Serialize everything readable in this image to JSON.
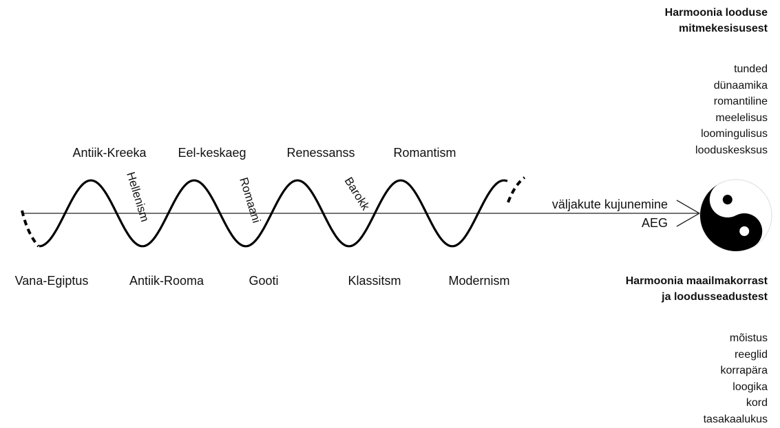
{
  "upper_eras": [
    "Antiik-Kreeka",
    "Eel-keskaeg",
    "Renessanss",
    "Romantism"
  ],
  "lower_eras": [
    "Vana-Egiptus",
    "Antiik-Rooma",
    "Gooti",
    "Klassitsm",
    "Modernism"
  ],
  "transitions": [
    "Hellenism",
    "Romaani",
    "Barokk"
  ],
  "axis_labels": {
    "top": "väljakute kujunemine",
    "bottom": "AEG"
  },
  "top_panel": {
    "heading_line1": "Harmoonia looduse",
    "heading_line2": "mitmekesisusest",
    "traits": [
      "tunded",
      "dünaamika",
      "romantiline",
      "meelelisus",
      "loomingulisus",
      "looduskesksus"
    ]
  },
  "bottom_panel": {
    "heading_line1": "Harmoonia maailmakorrast",
    "heading_line2": "ja loodusseadustest",
    "traits": [
      "mõistus",
      "reeglid",
      "korrapära",
      "loogika",
      "kord",
      "tasakaalukus"
    ]
  },
  "symbol": "yin-yang-icon"
}
